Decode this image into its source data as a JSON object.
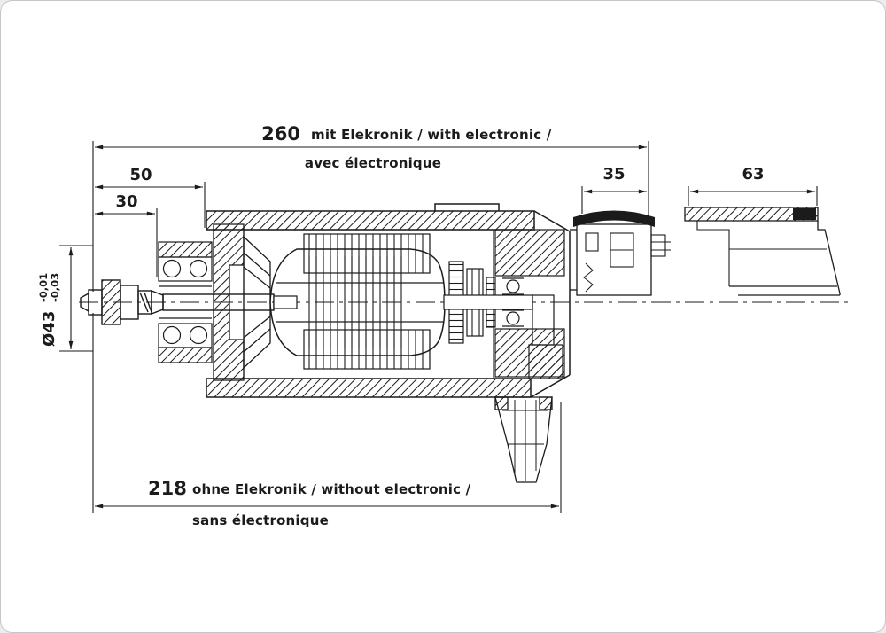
{
  "colors": {
    "ink": "#1b1b1b",
    "paper": "#ffffff"
  },
  "dimensions": {
    "overall_with": {
      "value": "260",
      "label": "mit Elekronik / with electronic /",
      "label2": "avec électronique"
    },
    "front": {
      "value": "50"
    },
    "shaft": {
      "value": "30"
    },
    "connector": {
      "value": "35"
    },
    "cover": {
      "value": "63"
    },
    "overall_without": {
      "value": "218",
      "label": "ohne Elekronik / without electronic /",
      "label2": "sans électronique"
    },
    "diameter": {
      "value": "Ø43",
      "tol_upper": "-0,01",
      "tol_lower": "-0,03"
    }
  }
}
